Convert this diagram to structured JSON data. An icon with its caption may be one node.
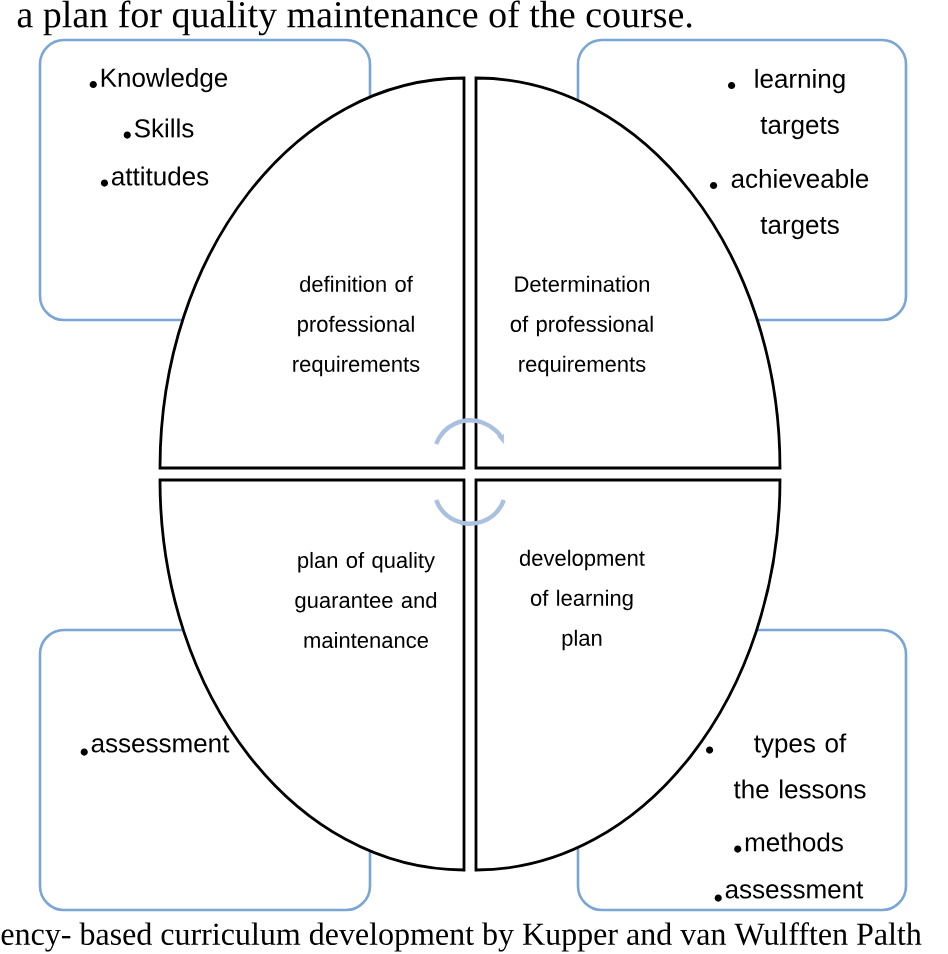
{
  "diagram": {
    "caption": "ency- based curriculum development by Kupper and van Wulfften Palth",
    "nodes": [
      {
        "text": [
          "Knowledge",
          "Skills",
          "attitudes"
        ]
      },
      {
        "text": [
          "learning targets",
          "achieveable targets"
        ]
      },
      {
        "text": [
          "definition of professional requirements"
        ]
      },
      {
        "text": [
          "Determination of professional requirements"
        ]
      },
      {
        "text": [
          "plan of quality guarantee and maintenance"
        ]
      },
      {
        "text": [
          "development of learning plan"
        ]
      },
      {
        "text": [
          "assessment"
        ]
      },
      {
        "text": [
          "types of the lessons",
          "methods",
          "assessment"
        ]
      }
    ],
    "edges": [
      {
        "from": 2,
        "to": 3,
        "arrow": "to"
      },
      {
        "from": 4,
        "to": 5,
        "arrow": "none"
      }
    ],
    "labels": [
      "a plan for quality maintenance of the course."
    ]
  }
}
